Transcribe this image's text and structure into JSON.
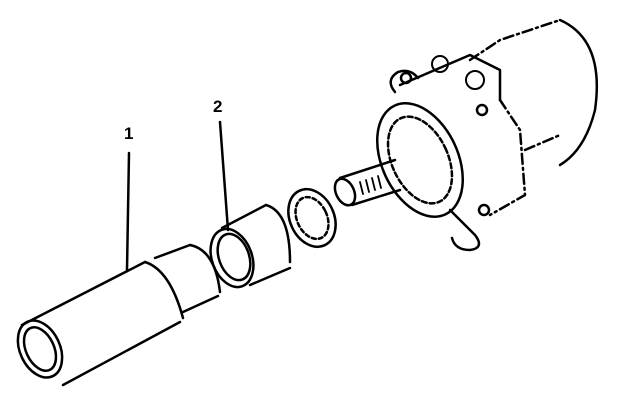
{
  "diagram": {
    "type": "exploded-view parts illustration",
    "callouts": [
      {
        "label": "1",
        "part": "installer tool sleeve"
      },
      {
        "label": "2",
        "part": "bushing / seal driver"
      }
    ],
    "components": [
      "installer tool",
      "bushing",
      "seal ring",
      "motor shaft",
      "hydraulic motor housing"
    ],
    "line_color": "#000000",
    "background": "#ffffff"
  }
}
